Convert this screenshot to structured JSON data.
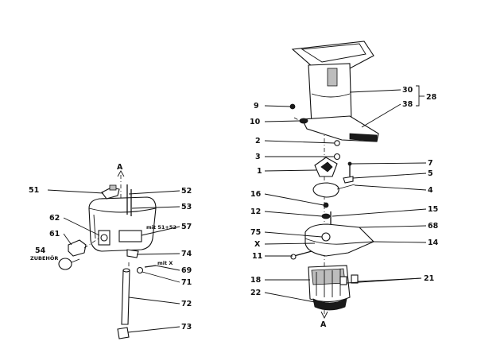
{
  "left_assembly": {
    "axis_label": "A",
    "parts": {
      "p51": "51",
      "p52": "52",
      "p53": "53",
      "p57": "57",
      "p62": "62",
      "p61": "61",
      "p54": "54",
      "p74": "74",
      "p69": "69",
      "p71": "71",
      "p72": "72",
      "p73": "73"
    },
    "notes": {
      "zubehoer": "ZUBEHÖR",
      "mit_51_52": "mit 51+52",
      "mit_x": "mit X"
    }
  },
  "right_assembly": {
    "axis_label_bottom": "A",
    "marker_x": "X",
    "parts": {
      "p9": "9",
      "p10": "10",
      "p2": "2",
      "p3": "3",
      "p1": "1",
      "p16": "16",
      "p12": "12",
      "p75": "75",
      "p11": "11",
      "p18": "18",
      "p22": "22",
      "p30": "30",
      "p38": "38",
      "p28": "28",
      "p7": "7",
      "p5": "5",
      "p4": "4",
      "p15": "15",
      "p68": "68",
      "p14": "14",
      "p21": "21"
    }
  }
}
